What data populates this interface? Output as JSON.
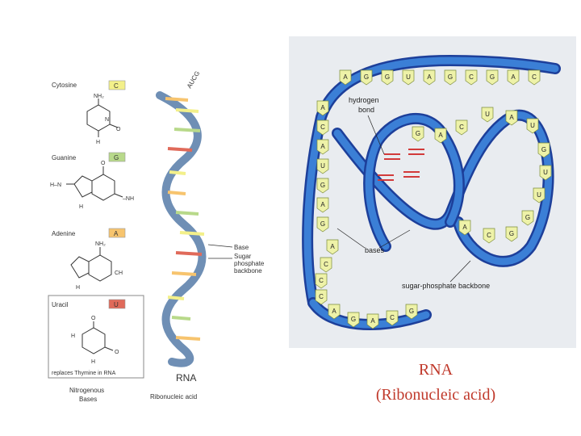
{
  "left_figure": {
    "bases": [
      {
        "name": "Cytosine",
        "letter": "C",
        "color": "#f3f08a"
      },
      {
        "name": "Guanine",
        "letter": "G",
        "color": "#b8d98a"
      },
      {
        "name": "Adenine",
        "letter": "A",
        "color": "#f7c46e"
      },
      {
        "name": "Uracil",
        "letter": "U",
        "color": "#e06a5a"
      }
    ],
    "structure_labels": {
      "nh2": "NH₂",
      "h": "H",
      "n": "N",
      "o": "O",
      "c": "C",
      "ch": "CH",
      "h2n": "H–N",
      "nh": "–NH"
    },
    "uracil_note": "replaces Thymine in RNA",
    "nitrogenous_bases_line1": "Nitrogenous",
    "nitrogenous_bases_line2": "Bases",
    "aucg_label": "AUCG's",
    "base_label": "Base",
    "sugar_label_1": "Sugar",
    "sugar_label_2": "phosphate",
    "sugar_label_3": "backbone",
    "rna_label": "RNA",
    "ribonucleic_label": "Ribonucleic acid"
  },
  "right_figure": {
    "hydrogen_label_1": "hydrogen",
    "hydrogen_label_2": "bond",
    "bases_label": "bases",
    "backbone_label": "sugar-phosphate backbone",
    "top_sequence": [
      "A",
      "G",
      "G",
      "U",
      "A",
      "G",
      "C",
      "G",
      "A",
      "C"
    ],
    "left_sequence": [
      "A",
      "C",
      "A",
      "U",
      "G",
      "A",
      "G"
    ],
    "loop_sequence": [
      "G",
      "A",
      "C",
      "U",
      "A",
      "U",
      "G",
      "U",
      "U",
      "G",
      "G",
      "C",
      "A"
    ],
    "bottom_sequence": [
      "A",
      "C",
      "C",
      "C",
      "A",
      "G",
      "A",
      "C",
      "G"
    ]
  },
  "caption": {
    "line1": "RNA",
    "line2": "(Ribonucleic acid)"
  },
  "colors": {
    "backbone": "#3b7fd6",
    "backbone_dark": "#1d3f9a",
    "base_fill": "#eef2a8",
    "hbond": "#d23a3a",
    "caption": "#c0392b"
  }
}
